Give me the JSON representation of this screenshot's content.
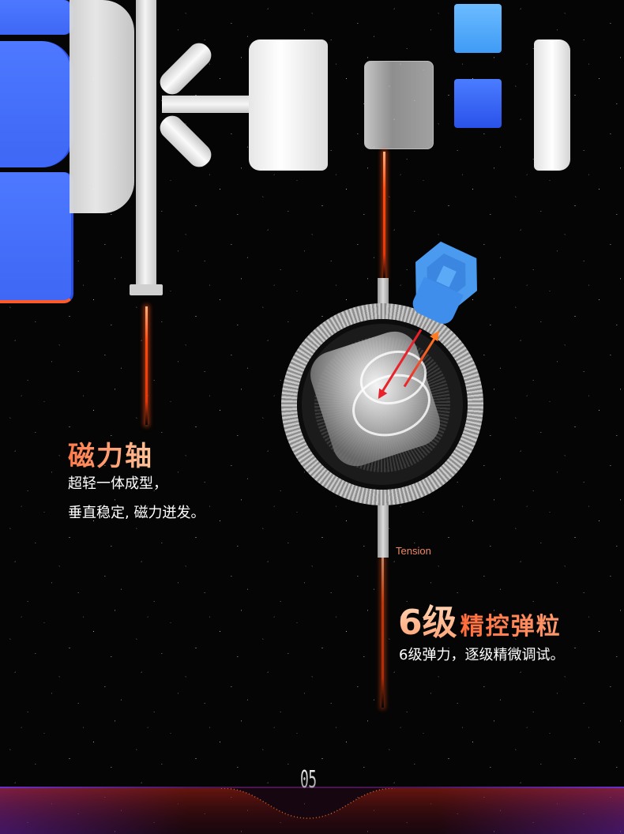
{
  "feature_left": {
    "title": "磁力轴",
    "lines": [
      "超轻一体成型，",
      "垂直稳定, 磁力迸发。"
    ]
  },
  "feature_right": {
    "title_number": "6级",
    "title_rest": "精控弹粒",
    "description": "6级弹力，逐级精微调试。",
    "dial_label": "Tension"
  },
  "footer": {
    "page_number": "05"
  },
  "colors": {
    "accent_orange": "#ff6c3a",
    "cube_blue": "#4d78ff",
    "nut_light_blue": "#4aa6ff",
    "nut_dark_blue": "#2f5cf0",
    "background": "#050505"
  },
  "icons": {
    "arrow_down": "red-arrow-icon",
    "arrow_up": "orange-arrow-icon"
  }
}
